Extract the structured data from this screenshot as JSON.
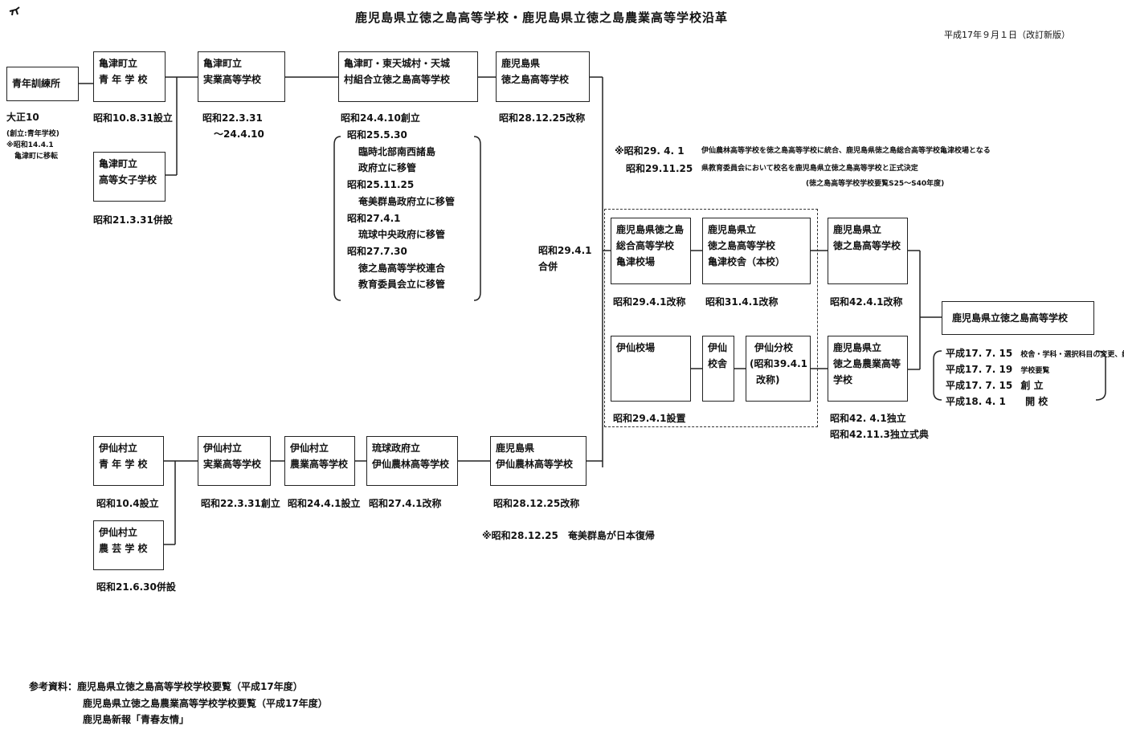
{
  "title": "鹿児島県立徳之島高等学校・鹿児島県立徳之島農業高等学校沿革",
  "revision_date": "平成17年９月１日（改訂新版）",
  "boxes": {
    "seinen_kunrenjo": [
      "青年訓練所"
    ],
    "kametsu_seinen": [
      "亀津町立",
      "青 年 学 校"
    ],
    "kametsu_jogakko": [
      "亀津町立",
      "高等女子学校"
    ],
    "kametsu_jitsugyo": [
      "亀津町立",
      "実業高等学校"
    ],
    "kumiai_tokunoshima": [
      "亀津町・東天城村・天城",
      "村組合立徳之島高等学校"
    ],
    "kagoshima_tokunoshima": [
      "鹿児島県",
      "徳之島高等学校"
    ],
    "sogo_kametsu": [
      "鹿児島県徳之島",
      "総合高等学校",
      "亀津校場"
    ],
    "tokunoshima_kametsu": [
      "鹿児島県立",
      "徳之島高等学校",
      "亀津校舎（本校）"
    ],
    "kenritsu_tokunoshima": [
      "鹿児島県立",
      "徳之島高等学校"
    ],
    "final": [
      "鹿児島県立徳之島高等学校"
    ],
    "isen_koba": [
      "伊仙校場"
    ],
    "isen_kosha": [
      "伊仙",
      "校舎"
    ],
    "isen_bunko": [
      "伊仙分校",
      "(昭和39.4.1",
      "改称)"
    ],
    "nogyo": [
      "鹿児島県立",
      "徳之島農業高等",
      "学校"
    ],
    "isen_seinen": [
      "伊仙村立",
      "青 年 学 校"
    ],
    "isen_jitsugyo": [
      "伊仙村立",
      "実業高等学校"
    ],
    "isen_nogyo": [
      "伊仙村立",
      "農業高等学校"
    ],
    "ryukyu_isen": [
      "琉球政府立",
      "伊仙農林高等学校"
    ],
    "kagoshima_isen": [
      "鹿児島県",
      "伊仙農林高等学校"
    ],
    "isen_nogei": [
      "伊仙村立",
      "農 芸 学 校"
    ]
  },
  "labels": {
    "taisho": [
      "大正10",
      "(創立:青年学校)",
      "※昭和14.4.1",
      "亀津町に移転"
    ],
    "showa10_kametsu": "昭和10.8.31設立",
    "showa21_kametsu": "昭和21.3.31併設",
    "showa22_kametsu": [
      "昭和22.3.31",
      "〜24.4.10"
    ],
    "showa24": "昭和24.4.10創立",
    "bracket_notes": [
      "昭和25.5.30",
      "臨時北部南西諸島",
      "政府立に移管",
      "昭和25.11.25",
      "奄美群島政府立に移管",
      "昭和27.4.1",
      "琉球中央政府に移管",
      "昭和27.7.30",
      "徳之島高等学校連合",
      "教育委員会立に移管"
    ],
    "showa28": "昭和28.12.25改称",
    "note_showa29_a": "※昭和29. 4. 1",
    "note_showa29_a_text": "伊仙農林高等学校を徳之島高等学校に統合、鹿児島県徳之島総合高等学校亀津校場となる",
    "note_showa29_b": "昭和29.11.25",
    "note_showa29_b_text": "県教育委員会において校名を鹿児島県立徳之島高等学校と正式決定",
    "note_showa29_c": "(徳之島高等学校学校要覧S25〜S40年度)",
    "gappei": [
      "昭和29.4.1",
      "合併"
    ],
    "showa29_kaisho": "昭和29.4.1改称",
    "showa31_kaisho": "昭和31.4.1改称",
    "showa42_kaisho": "昭和42.4.1改称",
    "showa29_secchi": "昭和29.4.1設置",
    "showa42_dokuritsu": [
      "昭和42. 4.1独立",
      "昭和42.11.3独立式典"
    ],
    "heisei": [
      {
        "date": "平成17. 7. 15",
        "text": "校舎・学科・選択科目の変更、統合"
      },
      {
        "date": "平成17. 7. 19",
        "text": "学校要覧"
      },
      {
        "date": "平成17. 7. 15",
        "text": "創 立"
      },
      {
        "date": "平成18. 4. 1",
        "text": "開 校"
      }
    ],
    "isen_showa10": "昭和10.4設立",
    "isen_showa22": "昭和22.3.31創立",
    "isen_showa24": "昭和24.4.1設立",
    "isen_showa27": "昭和27.4.1改称",
    "isen_showa28": "昭和28.12.25改称",
    "isen_showa21": "昭和21.6.30併設",
    "note_fukki": "※昭和28.12.25　奄美群島が日本復帰"
  },
  "references": {
    "label": "参考資料：",
    "items": [
      "鹿児島県立徳之島高等学校学校要覧（平成17年度）",
      "鹿児島県立徳之島農業高等学校学校要覧（平成17年度）",
      "鹿児島新報「青春友情」"
    ]
  }
}
